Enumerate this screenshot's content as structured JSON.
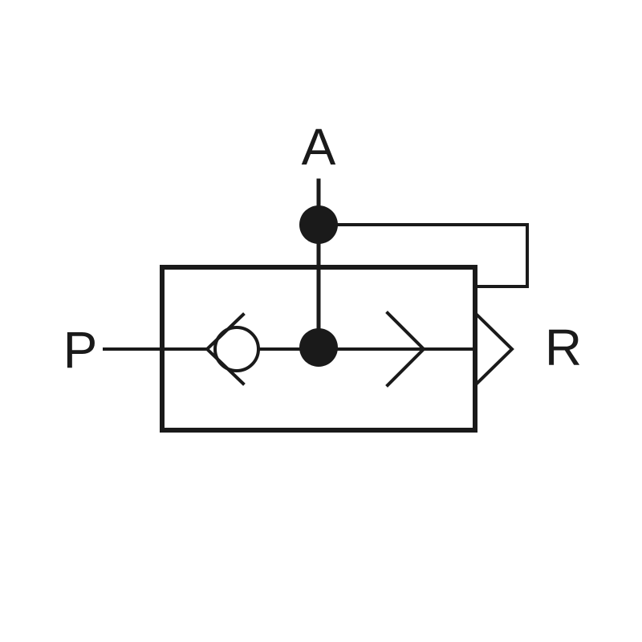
{
  "diagram": {
    "ports": {
      "a": "A",
      "p": "P",
      "r": "R"
    },
    "colors": {
      "ink": "#1a1a1a",
      "background": "#ffffff"
    }
  }
}
